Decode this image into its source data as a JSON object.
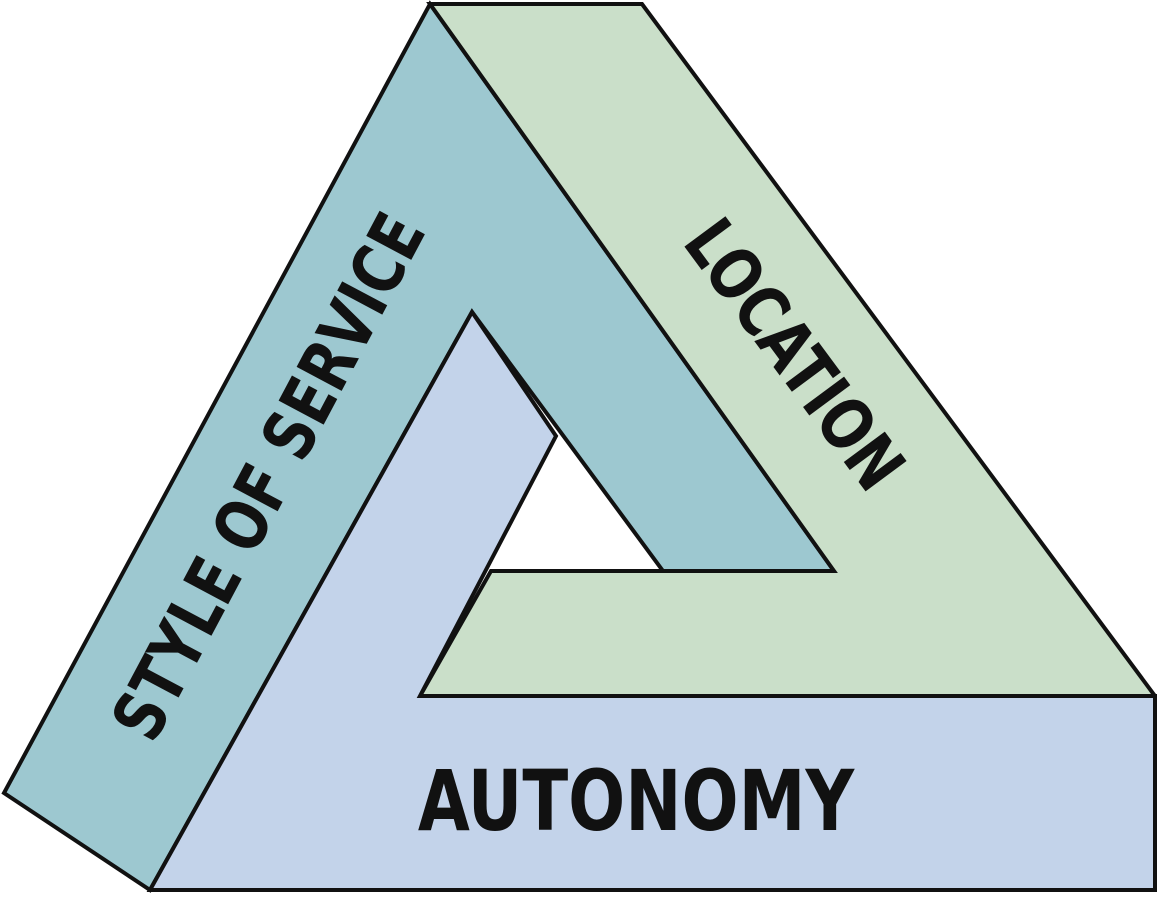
{
  "diagram": {
    "labels": {
      "style_of_service": "STYLE OF SERVICE",
      "location": "LOCATION",
      "autonomy": "AUTONOMY"
    }
  },
  "colors": {
    "style_of_service_bar": "#9dc8d0",
    "location_bar": "#cadfc9",
    "autonomy_bar": "#c3d3ea",
    "outline": "#111111",
    "background": "#ffffff"
  }
}
